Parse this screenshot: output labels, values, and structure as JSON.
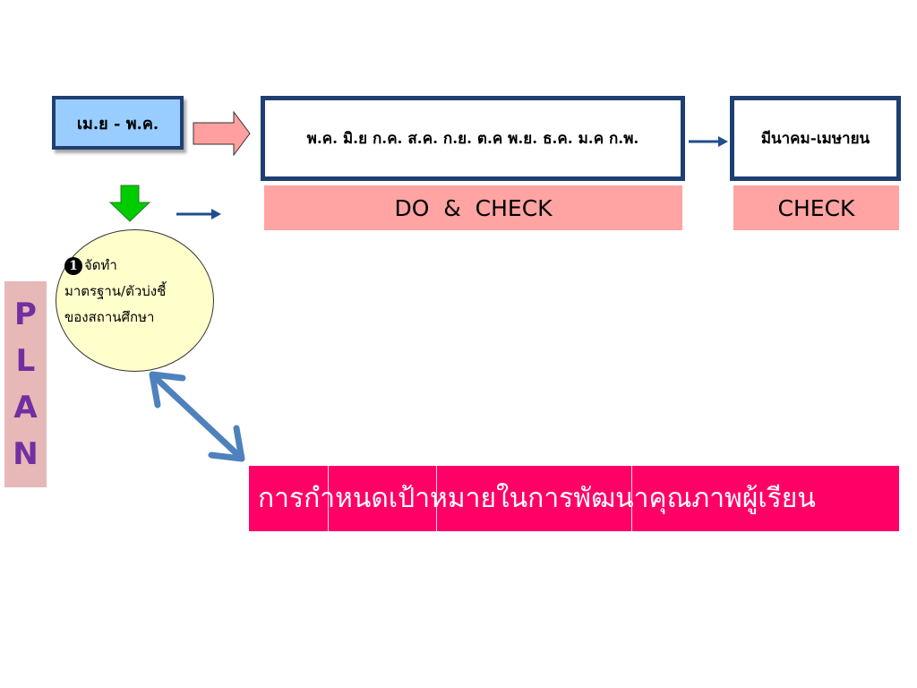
{
  "plan_period": "เม.ย - พ.ค.",
  "months": "พ.ค. มิ.ย ก.ค. ส.ค. ก.ย. ต.ค พ.ย. ธ.ค. ม.ค ก.พ.",
  "check_period": "มีนาคม-เมษายน",
  "do_check_label": "DO  &  CHECK",
  "check_label": "CHECK",
  "ellipse": {
    "number": "1",
    "lines": [
      "จัดทำ",
      "มาตรฐาน/ตัวบ่งชี้",
      "ของสถานศึกษา"
    ]
  },
  "plan_letters": [
    "P",
    "L",
    "A",
    "N"
  ],
  "goal_banner": "การกำหนดเป้าหมายในการพัฒนาคุณภาพผู้เรียน",
  "colors": {
    "box_border": "#1f3f73",
    "plan_box_fill": "#99ccff",
    "label_fill": "#ffa3a3",
    "ellipse_fill": "#ffffcc",
    "plan_bar_fill": "#e6b8b7",
    "plan_letter": "#7030a0",
    "banner_fill": "#ff0066",
    "arrow_blue": "#4f81bd",
    "arrow_green": "#00cc00",
    "big_arrow_fill": "#ff9f9f"
  }
}
